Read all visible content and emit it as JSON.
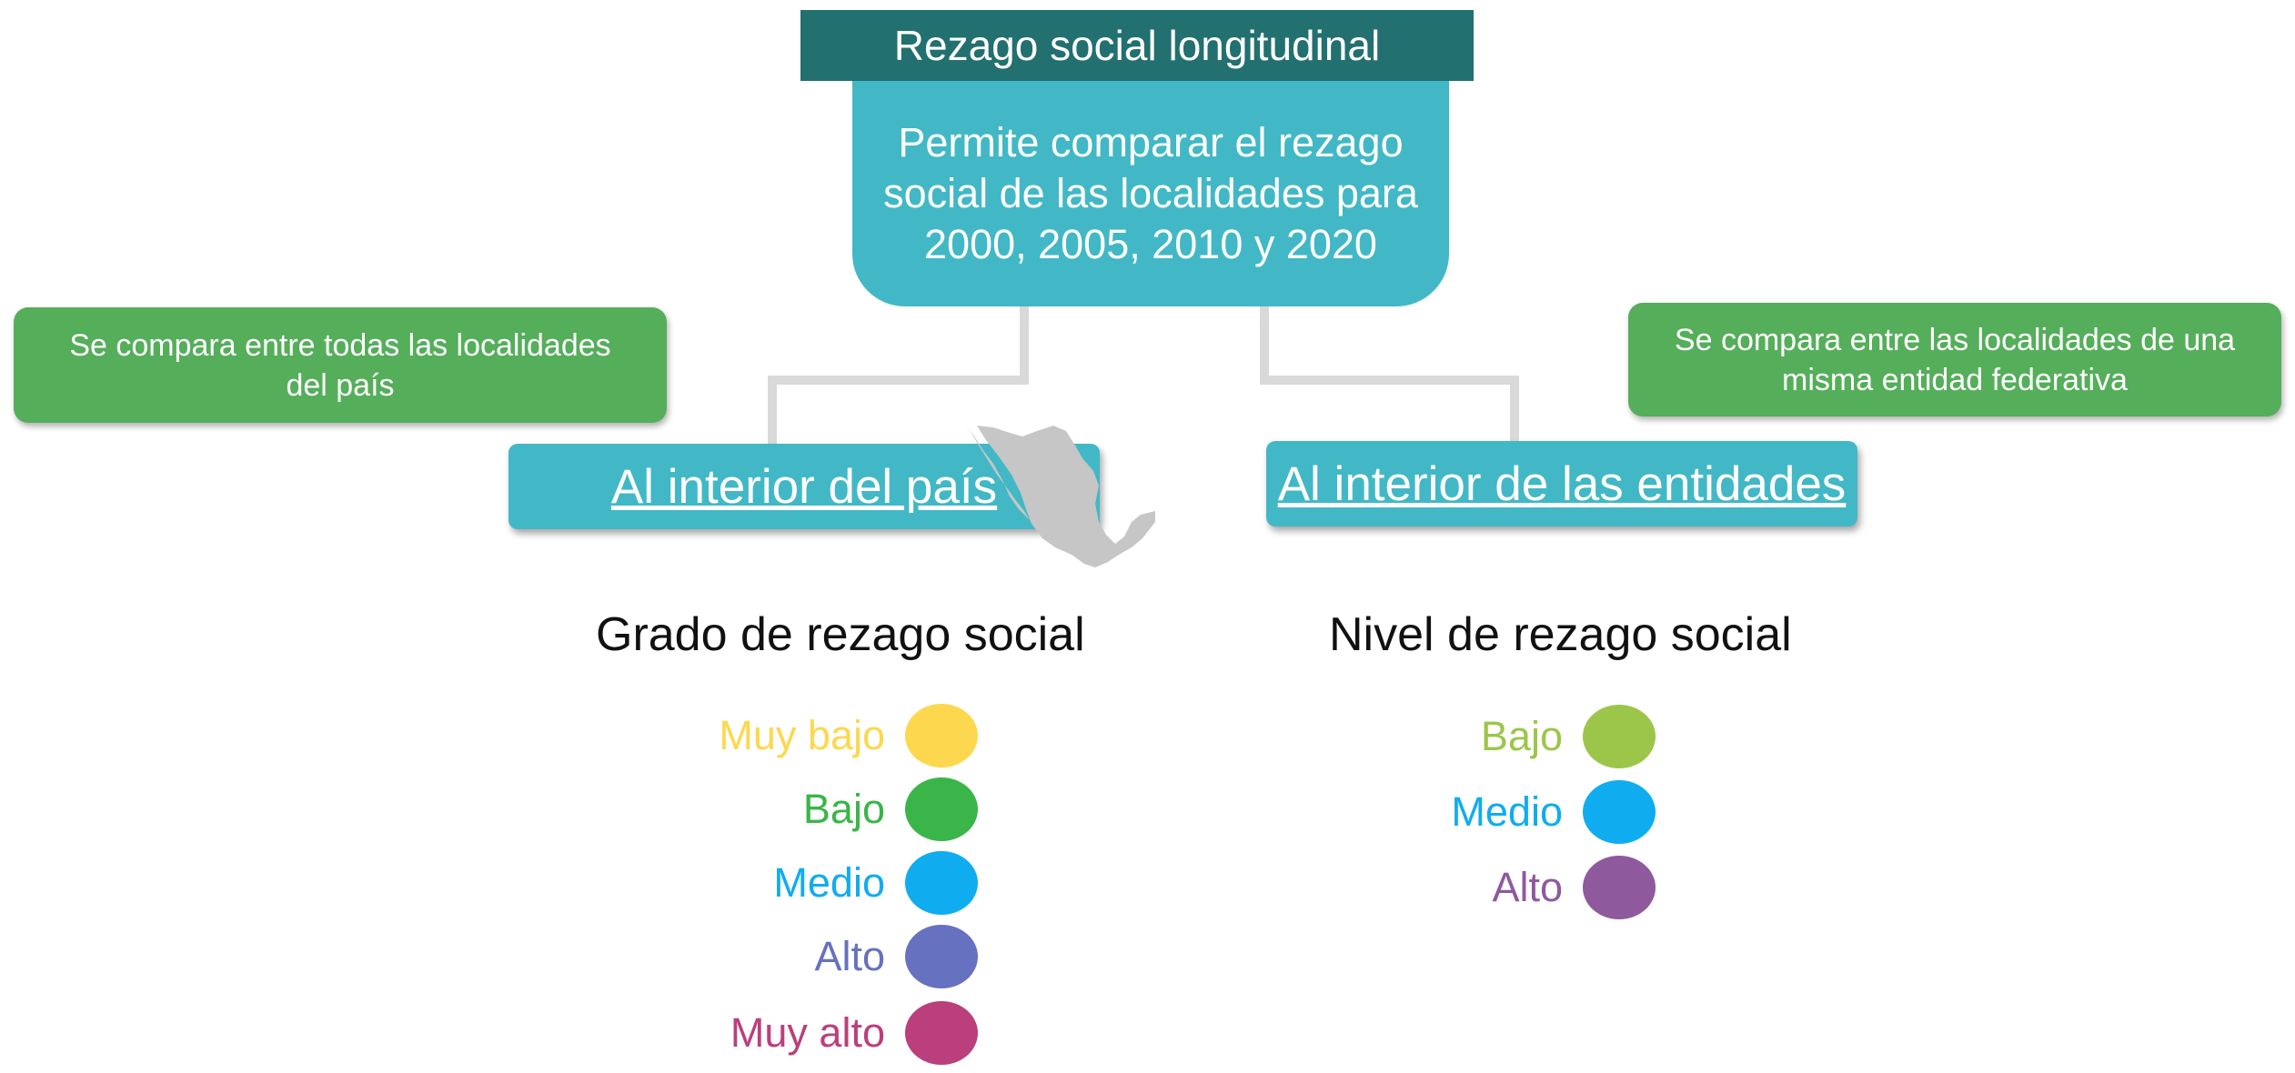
{
  "header": {
    "title": "Rezago social longitudinal",
    "description": [
      "Permite comparar el rezago",
      "social de las localidades para",
      "2000, 2005, 2010 y 2020"
    ]
  },
  "left": {
    "note": [
      "Se compara entre todas las localidades",
      "del país"
    ],
    "scope_label": "Al interior del país",
    "map_icon": "mexico-map-icon",
    "heading": "Grado de rezago social",
    "legend": [
      {
        "label": "Muy bajo",
        "color": "#fdd84f"
      },
      {
        "label": "Bajo",
        "color": "#3ab549"
      },
      {
        "label": "Medio",
        "color": "#10acf0"
      },
      {
        "label": "Alto",
        "color": "#6671c0"
      },
      {
        "label": "Muy alto",
        "color": "#bb3f7c"
      }
    ]
  },
  "right": {
    "note": [
      "Se compara entre las localidades de una",
      "misma entidad federativa"
    ],
    "scope_label": "Al interior de las entidades",
    "heading": "Nivel de rezago social",
    "legend": [
      {
        "label": "Bajo",
        "color": "#9cc64a"
      },
      {
        "label": "Medio",
        "color": "#10acf0"
      },
      {
        "label": "Alto",
        "color": "#8f599e"
      }
    ]
  },
  "colors": {
    "title_bg": "#22706f",
    "box_bg": "#42b8c6",
    "note_bg": "#55ae5a",
    "connector": "#d9d9d9"
  }
}
